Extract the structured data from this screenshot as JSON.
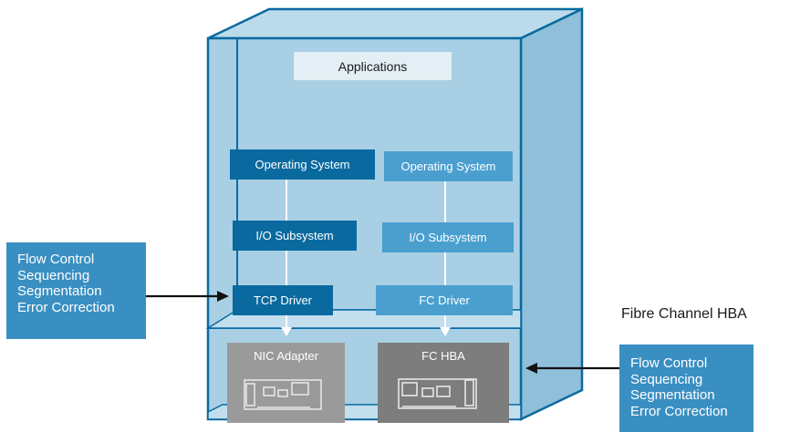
{
  "applications_label": "Applications",
  "left_stack": {
    "os": "Operating System",
    "io": "I/O Subsystem",
    "driver": "TCP Driver",
    "adapter": "NIC Adapter"
  },
  "right_stack": {
    "os": "Operating System",
    "io": "I/O Subsystem",
    "driver": "FC Driver",
    "adapter": "FC HBA"
  },
  "left_callout": [
    "Flow Control",
    "Sequencing",
    "Segmentation",
    "Error Correction"
  ],
  "right_callout": [
    "Flow Control",
    "Sequencing",
    "Segmentation",
    "Error Correction"
  ],
  "right_caption": "Fibre Channel HBA",
  "colors": {
    "cabinet_fill": "#a9cfe4",
    "cabinet_stroke": "#0a6aa0",
    "dark_box": "#0a6aa0",
    "light_box": "#4a9fcf",
    "callout": "#3a8fc2",
    "nic_card": "#9a9a9a",
    "hba_card": "#7d7d7d"
  }
}
